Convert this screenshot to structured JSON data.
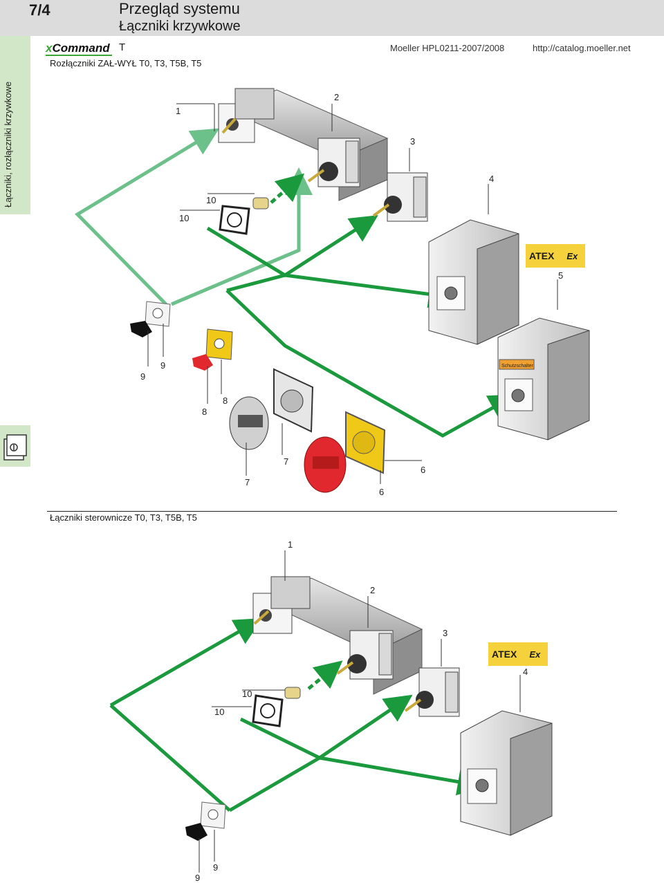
{
  "header": {
    "page_number": "7/4",
    "title": "Przegląd systemu",
    "subtitle": "Łączniki krzywkowe"
  },
  "sidebar": {
    "text": "Łączniki, rozłączniki krzywkowe",
    "icon": "switch-device-icon"
  },
  "brand": {
    "logo_x": "x",
    "logo_command": "Command",
    "series": "T",
    "catalog_ref": "Moeller HPL0211-2007/2008",
    "url": "http://catalog.moeller.net"
  },
  "sections": {
    "top_heading": "Rozłączniki ZAŁ-WYŁ T0, T3, T5B, T5",
    "bottom_heading": "Łączniki sterownicze T0, T3, T5B, T5"
  },
  "top_labels": {
    "l1": "1",
    "l2": "2",
    "l3": "3",
    "l4": "4",
    "l5": "5",
    "l6a": "6",
    "l6b": "6",
    "l7a": "7",
    "l7b": "7",
    "l8a": "8",
    "l8b": "8",
    "l9a": "9",
    "l9b": "9",
    "l10a": "10",
    "l10b": "10"
  },
  "bottom_labels": {
    "l1": "1",
    "l2": "2",
    "l3": "3",
    "l4": "4",
    "l9a": "9",
    "l9b": "9",
    "l10a": "10",
    "l10b": "10"
  },
  "badges": {
    "atex": "ATEX",
    "ex": "Ex",
    "enclosure_label": "Schutzschalter"
  },
  "colors": {
    "arrow_green": "#1a9a3c",
    "arrow_light_green": "#6cc08a",
    "sidebar_green": "#d2e6c8",
    "atex_yellow": "#f5d23c",
    "handle_red": "#e0282e",
    "plate_yellow": "#f0c818"
  }
}
